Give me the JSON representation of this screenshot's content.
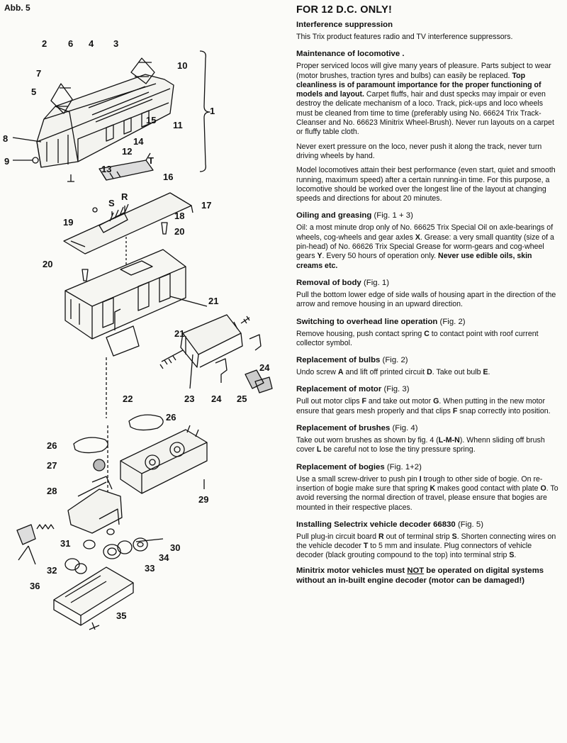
{
  "figure": {
    "label": "Abb. 5",
    "part_numbers": [
      "1",
      "2",
      "3",
      "4",
      "5",
      "6",
      "7",
      "8",
      "9",
      "10",
      "11",
      "12",
      "13",
      "14",
      "15",
      "16",
      "17",
      "18",
      "19",
      "20",
      "20",
      "21",
      "21",
      "22",
      "23",
      "24",
      "24",
      "25",
      "26",
      "26",
      "27",
      "28",
      "29",
      "30",
      "31",
      "32",
      "33",
      "34",
      "35",
      "36"
    ],
    "letters": [
      "T",
      "S",
      "R"
    ]
  },
  "text": {
    "title": "FOR 12 D.C. ONLY!",
    "s1_heading": "Interference suppression",
    "s1_p1": "This Trix product features radio and TV interference suppressors.",
    "s2_heading": "Maintenance of locomotive .",
    "s2_p1_a": "Proper serviced locos will give many years of pleasure. Parts subject to wear (motor brushes, traction tyres and bulbs) can easily be replaced. ",
    "s2_p1_b": "Top cleanliness is of paramount importance for the proper functioning of models and layout.",
    "s2_p1_c": " Carpet fluffs, hair and dust specks may impair or even destroy the delicate mechanism of a loco. Track, pick-ups and loco wheels must be cleaned from time to time (preferably using No. 66624 Trix Track-Cleanser and No. 66623 Minitrix Wheel-Brush). Never run layouts on a carpet or fluffy table cloth.",
    "s2_p2": "Never exert pressure on the loco, never push it along the track, never turn driving wheels by hand.",
    "s2_p3": "Model locomotives attain their best performance (even start, quiet and smooth running, maximum speed) after a certain running-in time. For this purpose, a locomotive should be worked over the longest line of the layout at changing speeds and directions for about 20 minutes.",
    "s3_heading": "Oiling and greasing",
    "s3_ref": "(Fig. 1 + 3)",
    "s3_p1_a": "Oil: a most minute drop only of No. 66625 Trix Special Oil on axle-bearings of wheels, cog-wheels and gear axles ",
    "s3_p1_x": "X",
    "s3_p1_b": ". Grease: a very small quantity (size of a pin-head) of No. 66626 Trix Special Grease for worm-gears and cog-wheel gears ",
    "s3_p1_y": "Y",
    "s3_p1_c": ". Every 50 hours of operation only. ",
    "s3_p1_d": "Never use edible oils, skin creams etc.",
    "s4_heading": "Removal of body",
    "s4_ref": "(Fig. 1)",
    "s4_p1": "Pull the bottom lower edge of side walls of housing apart in the direction of the arrow and remove housing in an upward direction.",
    "s5_heading": "Switching to overhead line operation",
    "s5_ref": "(Fig. 2)",
    "s5_p1_a": "Remove housing, push contact spring ",
    "s5_p1_c": "C",
    "s5_p1_b": " to contact point with roof current collector symbol.",
    "s6_heading": "Replacement of bulbs",
    "s6_ref": "(Fig. 2)",
    "s6_p1_a": "Undo screw ",
    "s6_p1_A": "A",
    "s6_p1_b": " and lift off printed circuit ",
    "s6_p1_D": "D",
    "s6_p1_c": ". Take out bulb ",
    "s6_p1_E": "E",
    "s6_p1_d": ".",
    "s7_heading": "Replacement of motor",
    "s7_ref": "(Fig. 3)",
    "s7_p1_a": "Pull out motor clips ",
    "s7_p1_F": "F",
    "s7_p1_b": " and take out motor ",
    "s7_p1_G": "G",
    "s7_p1_c": ". When putting in the new motor ensure that gears mesh properly and that clips ",
    "s7_p1_F2": "F",
    "s7_p1_d": " snap correctly into position.",
    "s8_heading": "Replacement of brushes",
    "s8_ref": "(Fig. 4)",
    "s8_p1_a": "Take out worn brushes as shown by fig. 4 (",
    "s8_p1_LMN": "L-M-N",
    "s8_p1_b": "). Whenn sliding off brush cover ",
    "s8_p1_L": "L",
    "s8_p1_c": " be careful not to lose the tiny pressure spring.",
    "s9_heading": "Replacement of bogies",
    "s9_ref": "(Fig. 1+2)",
    "s9_p1_a": "Use a small screw-driver to push pin ",
    "s9_p1_I": "I",
    "s9_p1_b": " trough to other side of bogie. On re-insertion of bogie make sure that spring ",
    "s9_p1_K": "K",
    "s9_p1_c": " makes good contact with plate ",
    "s9_p1_O": "O",
    "s9_p1_d": ". To avoid reversing the normal direction of travel, please ensure that bogies are mounted in their respective places.",
    "s10_heading": "Installing Selectrix vehicle decoder 66830",
    "s10_ref": "(Fig. 5)",
    "s10_p1_a": "Pull plug-in circuit board ",
    "s10_p1_R": "R",
    "s10_p1_b": " out of terminal strip ",
    "s10_p1_S": "S",
    "s10_p1_c": ". Shorten connecting wires on the vehicle decoder ",
    "s10_p1_T": "T",
    "s10_p1_d": " to 5 mm and insulate. Plug connectors of vehicle decoder (black grouting compound to the top) into terminal strip ",
    "s10_p1_S2": "S",
    "s10_p1_e": ".",
    "final_a": "Minitrix motor vehicles must ",
    "final_not": "NOT",
    "final_b": " be operated on digital systems without an in-built engine decoder (motor can be damaged!)"
  }
}
